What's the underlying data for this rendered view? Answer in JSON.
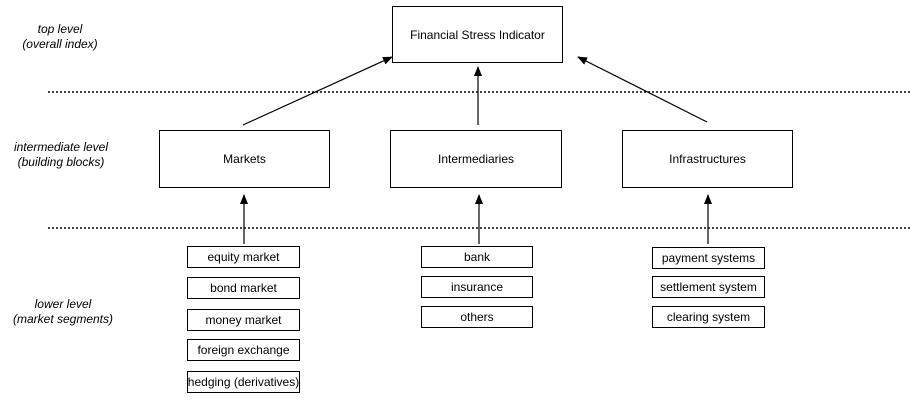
{
  "levels": {
    "top": [
      "top level",
      "(overall index)"
    ],
    "intermediate": [
      "intermediate level",
      "(building blocks)"
    ],
    "lower": [
      "lower level",
      "(market segments)"
    ]
  },
  "top_node": "Financial Stress Indicator",
  "blocks": [
    {
      "label": "Markets",
      "segments": [
        "equity market",
        "bond market",
        "money market",
        "foreign exchange",
        "hedging (derivatives)"
      ]
    },
    {
      "label": "Intermediaries",
      "segments": [
        "bank",
        "insurance",
        "others"
      ]
    },
    {
      "label": "Infrastructures",
      "segments": [
        "payment systems",
        "settlement system",
        "clearing system"
      ]
    }
  ]
}
